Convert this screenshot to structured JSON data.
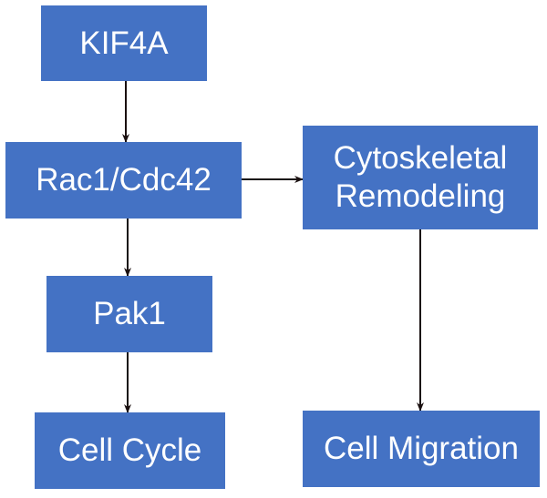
{
  "diagram": {
    "nodes": [
      {
        "id": "kif4a",
        "label": "KIF4A"
      },
      {
        "id": "rac",
        "label": "Rac1/Cdc42"
      },
      {
        "id": "cyto",
        "label": "Cytoskeletal Remodeling"
      },
      {
        "id": "pak1",
        "label": "Pak1"
      },
      {
        "id": "cycle",
        "label": "Cell Cycle"
      },
      {
        "id": "mig",
        "label": "Cell Migration"
      }
    ],
    "edges": [
      {
        "from": "kif4a",
        "to": "rac"
      },
      {
        "from": "rac",
        "to": "cyto"
      },
      {
        "from": "rac",
        "to": "pak1"
      },
      {
        "from": "pak1",
        "to": "cycle"
      },
      {
        "from": "cyto",
        "to": "mig"
      }
    ],
    "colors": {
      "node_fill": "#4472C4",
      "node_text": "#FFFFFF",
      "edge": "#1a1010"
    }
  }
}
